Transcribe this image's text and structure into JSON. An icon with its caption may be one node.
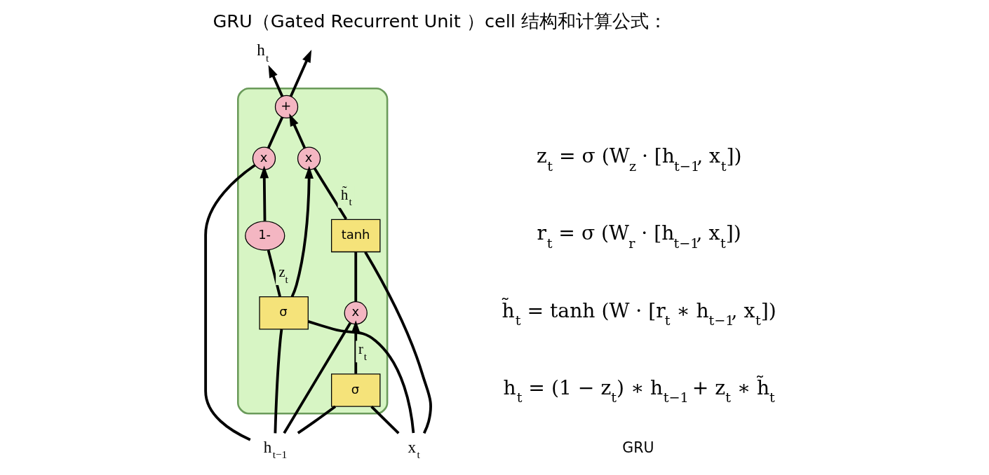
{
  "diagram": {
    "title": "GRU（Gated Recurrent Unit ）cell 结构和计算公式：",
    "caption": "GRU",
    "nodes": [
      {
        "text": [],
        "shape": "box"
      },
      {
        "text": [
          "h$_{t−1}$"
        ]
      },
      {
        "text": [
          "x$_{t}$"
        ]
      },
      {
        "text": [
          "h$_{t}$"
        ]
      },
      {
        "text": [
          "x"
        ],
        "in": 0
      },
      {
        "text": [
          "+"
        ],
        "in": 0
      },
      {
        "text": [
          "1-"
        ],
        "in": 0
      },
      {
        "text": [
          "x"
        ],
        "in": 0
      },
      {
        "text": [
          "x"
        ],
        "in": 0
      },
      {
        "text": [
          "σ"
        ],
        "in": 0
      },
      {
        "text": [
          "σ"
        ],
        "in": 0
      },
      {
        "text": [
          "tanh"
        ],
        "in": 0
      }
    ],
    "edges": [
      {
        "from": 1,
        "to": 4,
        "arrow": "none"
      },
      {
        "from": 4,
        "to": 5,
        "arrow": "none"
      },
      {
        "from": 5,
        "to": 3,
        "arrow": "to"
      },
      {
        "from": 5,
        "to": null,
        "arrow": "to"
      },
      {
        "from": 1,
        "to": 9,
        "arrow": "none"
      },
      {
        "from": 1,
        "to": 10,
        "arrow": "none"
      },
      {
        "from": 2,
        "to": 9,
        "arrow": "none"
      },
      {
        "from": 2,
        "to": 10,
        "arrow": "none"
      },
      {
        "from": 2,
        "to": 11,
        "arrow": "none"
      },
      {
        "from": 1,
        "to": 7,
        "arrow": "none"
      },
      {
        "from": 7,
        "to": 11,
        "arrow": "none"
      },
      {
        "from": 9,
        "to": 7,
        "arrow": "to",
        "label": "r$_{t}$"
      },
      {
        "from": 10,
        "to": 6,
        "arrow": "none",
        "label": "z$_{t}$"
      },
      {
        "from": 10,
        "to": 8,
        "arrow": "to"
      },
      {
        "from": 6,
        "to": 4,
        "arrow": "to"
      },
      {
        "from": 11,
        "to": 8,
        "arrow": "none",
        "label": "h̃$_{t}$"
      },
      {
        "from": 8,
        "to": 5,
        "arrow": "to"
      }
    ],
    "labels": [
      "z$_{t}$ = σ (W$_{z}$ · [h$_{t−1}$, x$_{t}$])",
      "r$_{t}$ = σ (W$_{r}$ · [h$_{t−1}$, x$_{t}$])",
      "h̃$_{t}$ = tanh (W · [r$_{t}$ ∗ h$_{t−1}$, x$_{t}$])",
      "h$_{t}$ = (1 − z$_{t}$) ∗ h$_{t−1}$ + z$_{t}$ ∗ h̃$_{t}$"
    ]
  }
}
